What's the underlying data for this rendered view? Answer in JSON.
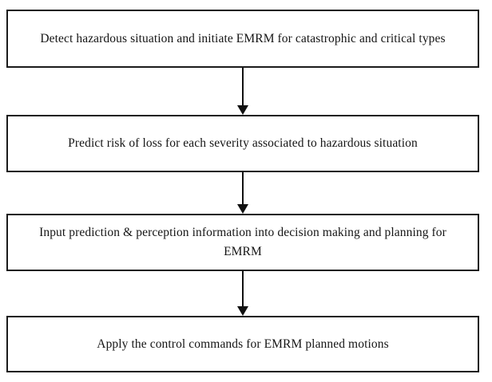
{
  "diagram": {
    "title": "EMRM hazard response process flowchart",
    "type": "vertical-flowchart",
    "background_color": "#ffffff",
    "border_color": "#1a1a1a",
    "text_color": "#151515",
    "arrow_color": "#111111",
    "nodes": [
      {
        "id": "detect",
        "order": 1,
        "label": "Detect hazardous situation and initiate EMRM for catastrophic and critical types"
      },
      {
        "id": "predict",
        "order": 2,
        "label": "Predict risk of loss for each severity associated to hazardous situation"
      },
      {
        "id": "input",
        "order": 3,
        "label": "Input prediction & perception information into decision making and planning for EMRM"
      },
      {
        "id": "apply",
        "order": 4,
        "label": "Apply the control commands for EMRM planned motions"
      }
    ],
    "connectors": [
      {
        "id": "arrow-1",
        "from": "detect",
        "to": "predict",
        "style": "solid-down-arrow"
      },
      {
        "id": "arrow-2",
        "from": "predict",
        "to": "input",
        "style": "solid-down-arrow"
      },
      {
        "id": "arrow-3",
        "from": "input",
        "to": "apply",
        "style": "solid-down-arrow"
      }
    ]
  }
}
